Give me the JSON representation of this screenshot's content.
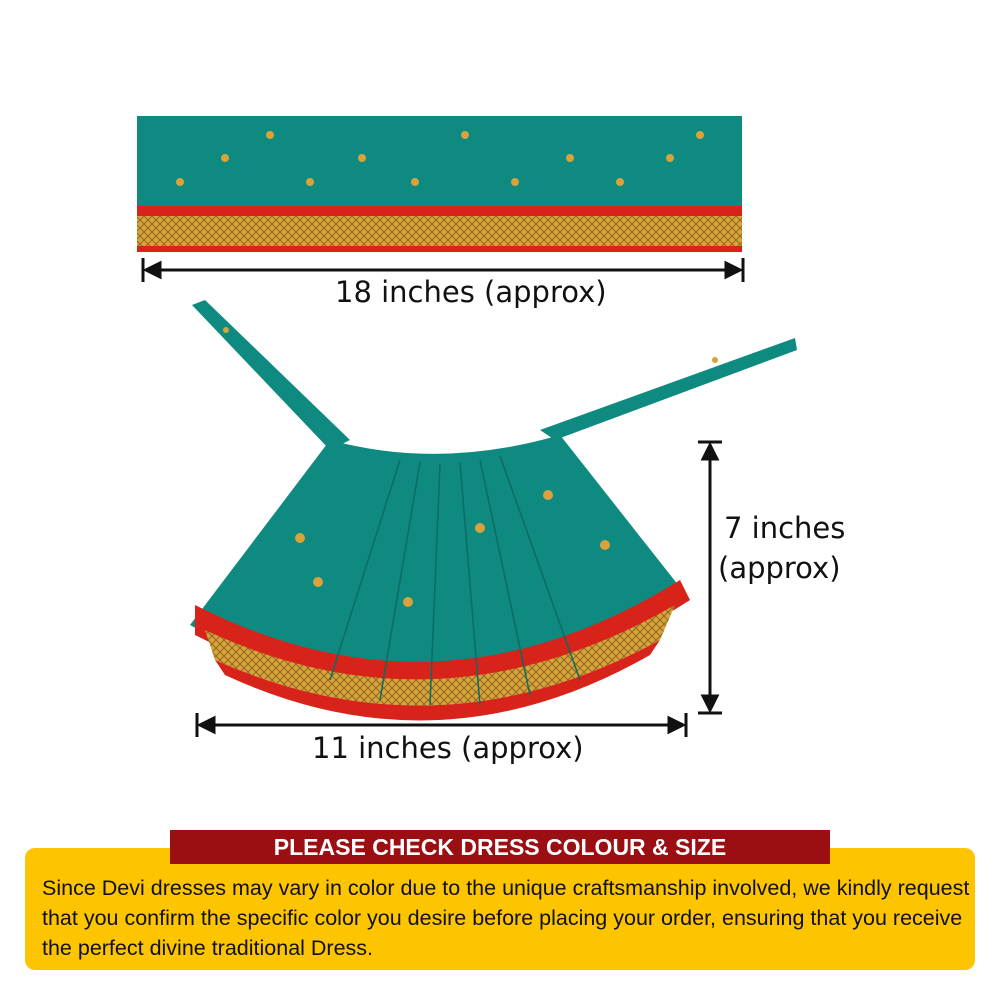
{
  "dimensions": {
    "width_label": "18 inches (approx)",
    "skirt_width_label": "11 inches (approx)",
    "skirt_length_label_line1": "7 inches",
    "skirt_length_label_line2": "(approx)"
  },
  "notice": {
    "title": "PLEASE CHECK DRESS COLOUR & SIZE",
    "body": "Since Devi dresses may vary in color due to the unique craftsmanship involved, we kindly request that you confirm the specific color you desire before placing your order, ensuring that you receive the perfect divine traditional Dress."
  },
  "colors": {
    "fabric": "#0f8a80",
    "border_red": "#d8231a",
    "border_gold": "#d9a23a",
    "banner": "#9b0e12",
    "note_bg": "#fdc400"
  }
}
